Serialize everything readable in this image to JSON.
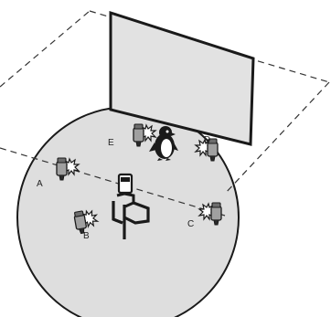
{
  "diagram": {
    "stroke_color": "#1a1a1a",
    "stage_fill": "#dedede",
    "screen_fill": "#e2e2e2",
    "unit_fill": "#9a9a9a",
    "labels": {
      "a": "A",
      "b": "B",
      "c": "C",
      "d": "D",
      "e": "E"
    }
  }
}
